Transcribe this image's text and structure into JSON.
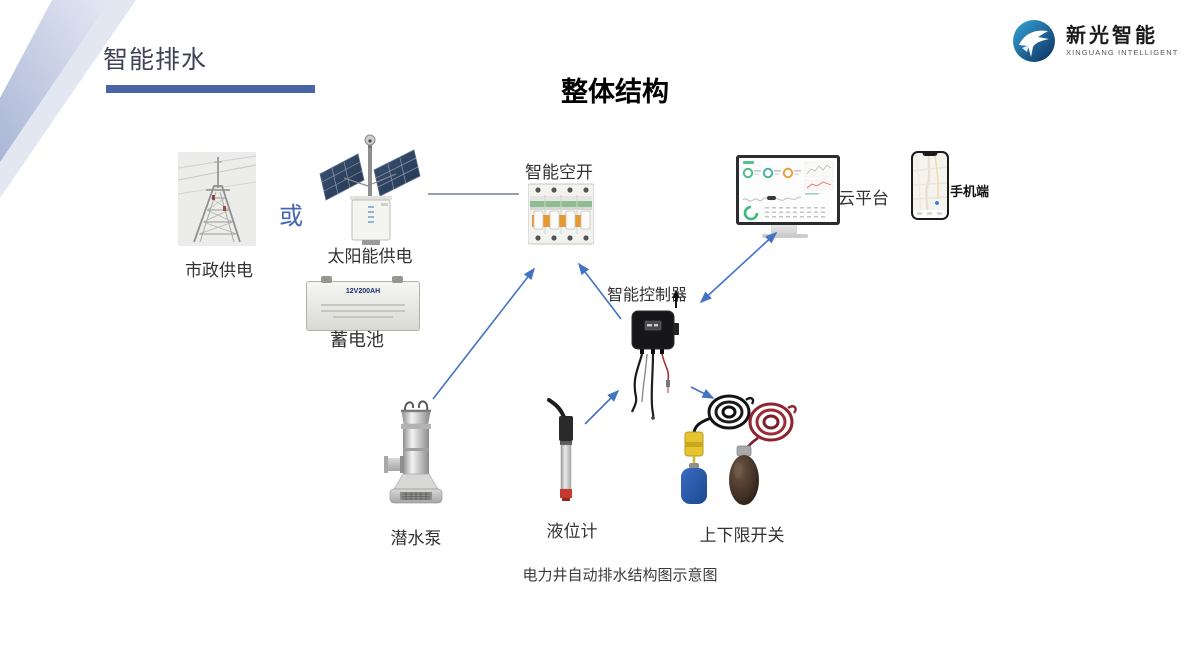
{
  "slide": {
    "header_title": "智能排水",
    "main_title": "整体结构",
    "caption": "电力井自动排水结构图示意图",
    "or_label": "或"
  },
  "logo": {
    "name": "新光智能",
    "subtitle": "XINGUANG INTELLIGENT"
  },
  "nodes": {
    "municipal_power": {
      "label": "市政供电"
    },
    "solar_power": {
      "label": "太阳能供电"
    },
    "battery": {
      "label": "蓄电池",
      "text": "12V200AH"
    },
    "smart_breaker": {
      "label": "智能空开"
    },
    "cloud_platform": {
      "label": "云平台"
    },
    "mobile_app": {
      "label": "手机端"
    },
    "smart_controller": {
      "label": "智能控制器"
    },
    "submersible_pump": {
      "label": "潜水泵"
    },
    "level_gauge": {
      "label": "液位计"
    },
    "limit_switch": {
      "label": "上下限开关"
    }
  },
  "colors": {
    "arrow_blue": "#4472c4",
    "accent_bar": "#4a64a8",
    "or_text": "#4565b5",
    "logo_blue_light": "#38a6da",
    "logo_blue_dark": "#0a2c5c"
  }
}
